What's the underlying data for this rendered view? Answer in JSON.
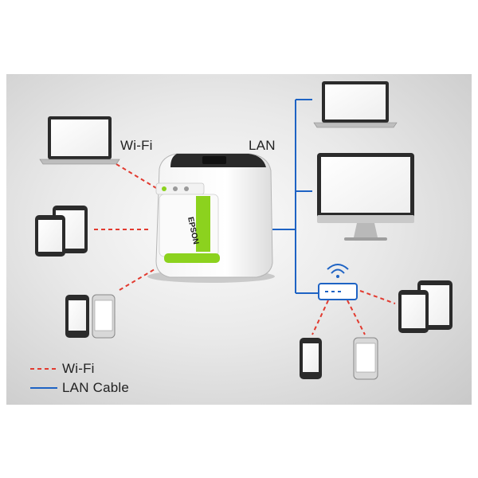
{
  "labels": {
    "wifi": "Wi-Fi",
    "lan": "LAN"
  },
  "printer": {
    "brand": "EPSON"
  },
  "legend": {
    "wifi": "Wi-Fi",
    "lan": "LAN Cable"
  },
  "colors": {
    "wifi_line": "#e23a2f",
    "lan_line": "#1e63c4",
    "accent_green": "#8cd21e",
    "background": "#d9d9d9"
  }
}
